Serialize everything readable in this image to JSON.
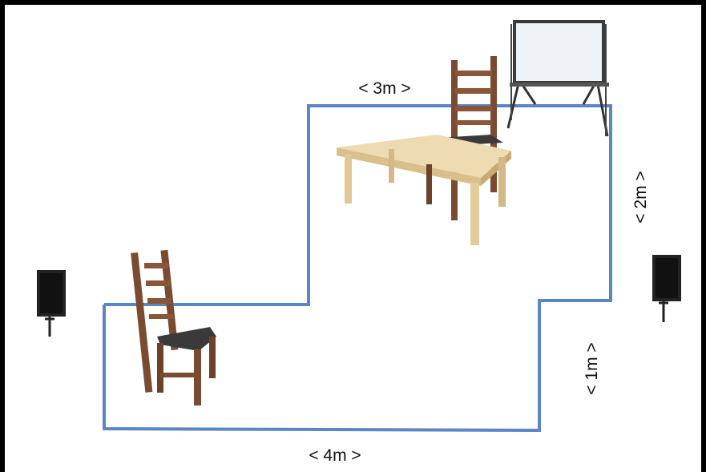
{
  "diagram": {
    "colors": {
      "outline": "#5b86c4",
      "frame": "#000000",
      "wood_dark": "#7a4a31",
      "wood_light": "#e8d3a6",
      "seat": "#3a3a3a",
      "speaker": "#222222",
      "whiteboard": "#eef3f8"
    },
    "dimensions": {
      "top": "< 3m >",
      "right_upper": "< 2m >",
      "right_lower": "< 1m >",
      "bottom": "< 4m >"
    },
    "objects": [
      "chair-left",
      "chair-back",
      "table",
      "whiteboard",
      "speaker-left",
      "speaker-right"
    ]
  }
}
